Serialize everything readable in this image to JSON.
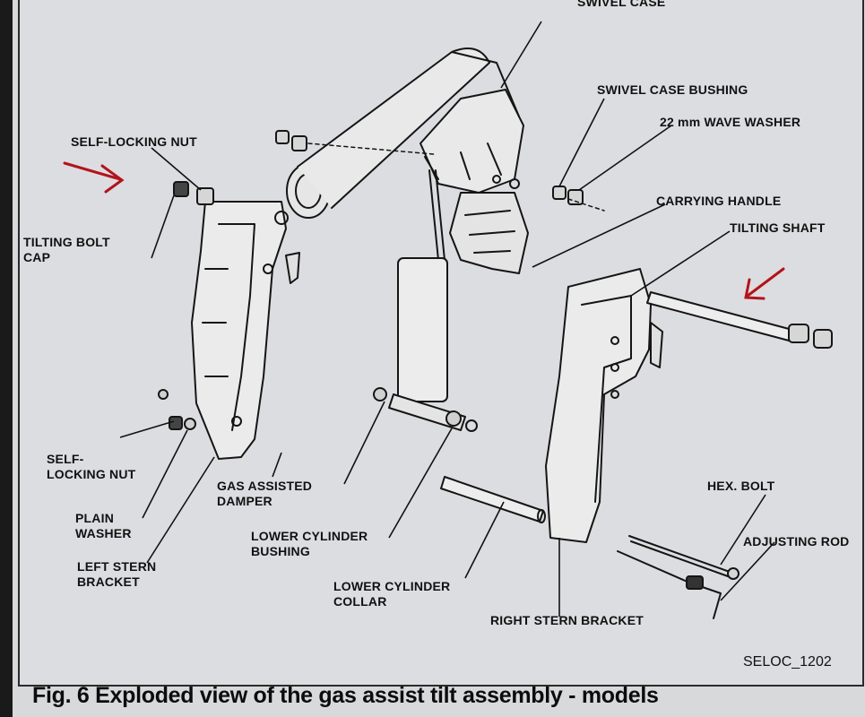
{
  "labels": {
    "swivel_case": "SWIVEL CASE",
    "swivel_case_bushing": "SWIVEL CASE BUSHING",
    "wave_washer": "22 mm WAVE WASHER",
    "carrying_handle": "CARRYING HANDLE",
    "tilting_shaft": "TILTING SHAFT",
    "self_locking_nut_top": "SELF-LOCKING NUT",
    "tilting_bolt_cap": "TILTING BOLT\nCAP",
    "self_locking_nut_lower": "SELF-\nLOCKING NUT",
    "plain_washer": "PLAIN\nWASHER",
    "left_stern_bracket": "LEFT STERN\nBRACKET",
    "gas_assisted_damper": "GAS ASSISTED\nDAMPER",
    "lower_cylinder_bushing": "LOWER CYLINDER\nBUSHING",
    "lower_cylinder_collar": "LOWER CYLINDER\nCOLLAR",
    "right_stern_bracket": "RIGHT STERN BRACKET",
    "hex_bolt": "HEX. BOLT",
    "adjusting_rod": "ADJUSTING ROD"
  },
  "credit": "SELOC_1202",
  "caption": "Fig. 6  Exploded view of the gas assist tilt assembly - models",
  "colors": {
    "annotation_arrow": "#b3131b",
    "ink": "#151515",
    "paper": "#dcdde0"
  }
}
